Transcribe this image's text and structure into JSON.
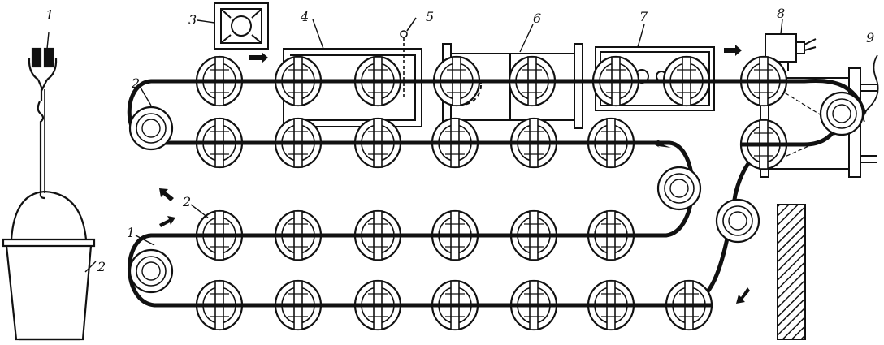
{
  "labels": {
    "hanger_1": "1",
    "bucket_2": "2",
    "roller_2_top": "2",
    "roller_2_mid": "2",
    "roller_1_mid": "1",
    "box_3": "3",
    "bath_4": "4",
    "probe_5": "5",
    "drum_6": "6",
    "frame_7": "7",
    "device_8": "8",
    "cable_9": "9"
  },
  "colors": {
    "ink": "#111111",
    "paper": "#ffffff"
  }
}
